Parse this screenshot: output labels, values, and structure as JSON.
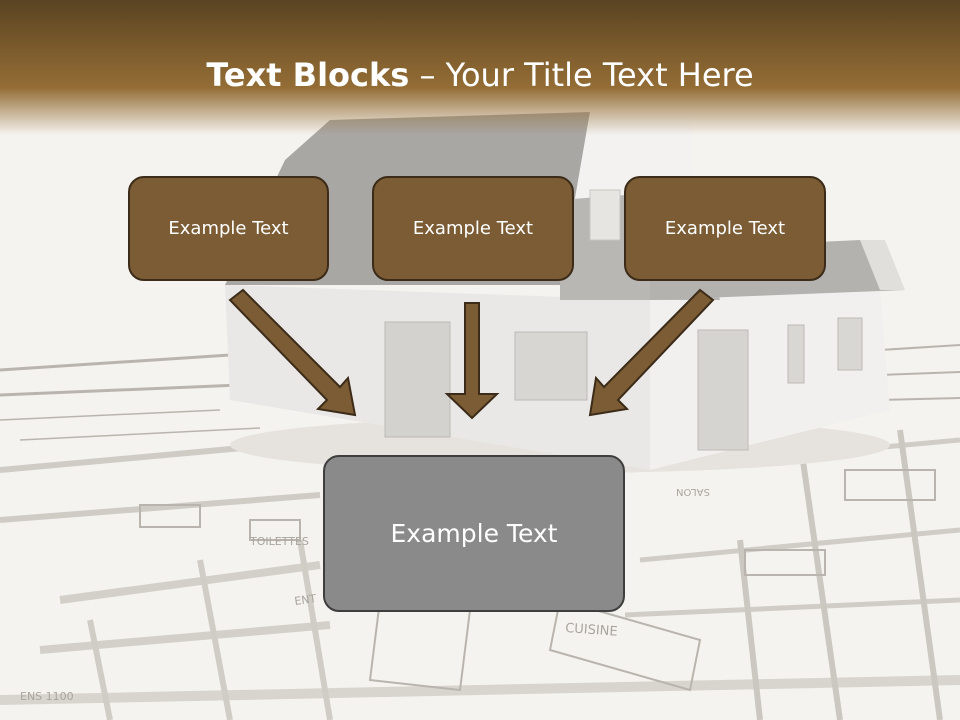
{
  "title": {
    "bold": "Text Blocks",
    "dash": " – ",
    "rest": "Your Title Text Here"
  },
  "blocks": {
    "left": "Example Text",
    "middle": "Example Text",
    "right": "Example Text",
    "center": "Example Text"
  },
  "colors": {
    "header_brown": "#7a5a2c",
    "box_fill": "#7b5c34",
    "center_fill": "#8a8a8a"
  },
  "icons": [
    "house-blueprint-background",
    "arrow-down-right",
    "arrow-down",
    "arrow-down-left"
  ]
}
